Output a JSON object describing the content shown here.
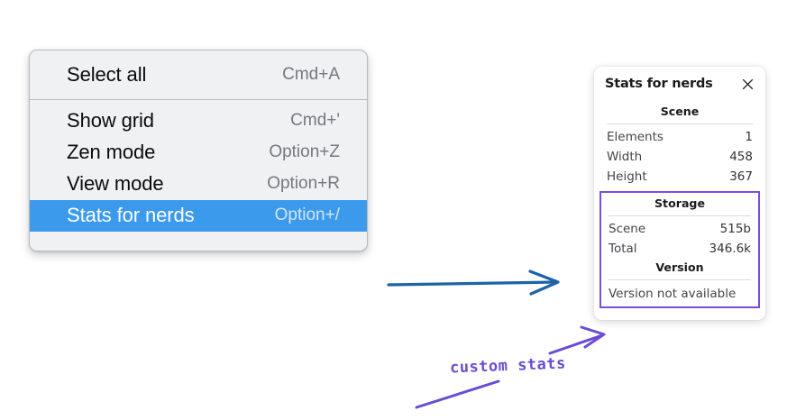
{
  "menu": {
    "name": "context-menu",
    "sections": [
      {
        "items": [
          {
            "label": "Select all",
            "shortcut": "Cmd+A",
            "highlighted": false
          }
        ]
      },
      {
        "items": [
          {
            "label": "Show grid",
            "shortcut": "Cmd+'",
            "highlighted": false
          },
          {
            "label": "Zen mode",
            "shortcut": "Option+Z",
            "highlighted": false
          },
          {
            "label": "View mode",
            "shortcut": "Option+R",
            "highlighted": false
          },
          {
            "label": "Stats for nerds",
            "shortcut": "Option+/",
            "highlighted": true
          }
        ]
      }
    ]
  },
  "stats_panel": {
    "title": "Stats for nerds",
    "close_icon": "close-icon",
    "sections": [
      {
        "heading": "Scene",
        "highlighted": false,
        "rows": [
          {
            "key": "Elements",
            "value": "1"
          },
          {
            "key": "Width",
            "value": "458"
          },
          {
            "key": "Height",
            "value": "367"
          }
        ]
      },
      {
        "heading": "Storage",
        "highlighted": true,
        "rows": [
          {
            "key": "Scene",
            "value": "515b"
          },
          {
            "key": "Total",
            "value": "346.6k"
          }
        ]
      },
      {
        "heading": "Version",
        "highlighted": true,
        "full_rows": [
          "Version not available"
        ]
      }
    ]
  },
  "annotations": {
    "callout_text": "custom stats",
    "blue_arrow": "blue-arrow",
    "purple_arrow": "purple-arrow"
  },
  "colors": {
    "menu_highlight": "#3c9aec",
    "menu_background": "#f0f1f2",
    "annotation_purple": "#6b4bd6",
    "annotation_blue": "#1d63a8",
    "highlight_border": "#7c4ddd"
  }
}
